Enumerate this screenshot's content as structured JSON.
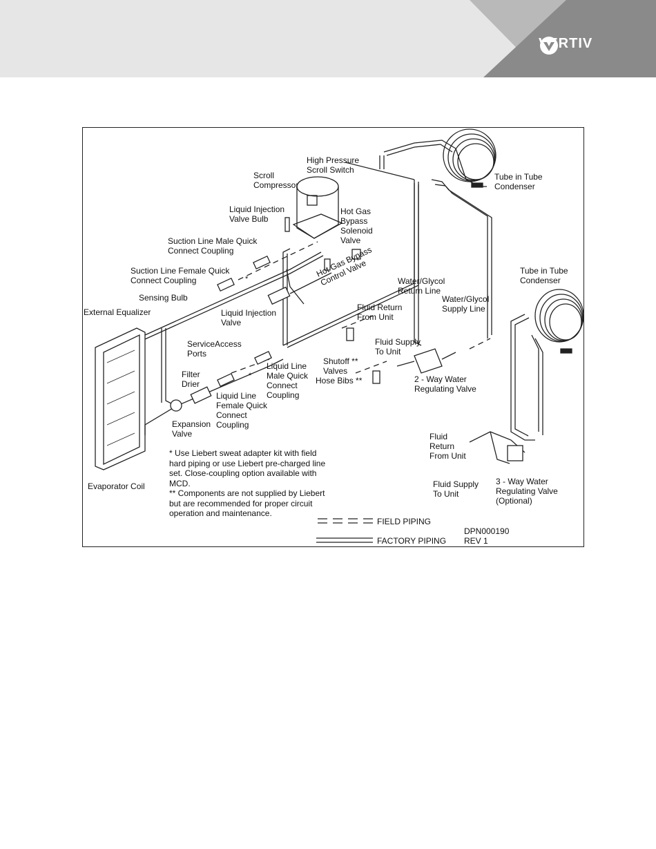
{
  "brand": {
    "name": "VERTIV",
    "logo": "vertiv-chevron-logo",
    "header_color": "#e6e6e6",
    "accent_dark": "#8a8a8a",
    "accent_mid": "#b9b9b9"
  },
  "diagram": {
    "labels": {
      "high_pressure": "High Pressure\nScroll Switch",
      "scroll_compressor": "Scroll\nCompressor",
      "tube_condenser_1": "Tube in Tube\nCondenser",
      "liquid_injection_bulb": "Liquid Injection\nValve Bulb",
      "hot_gas_solenoid": "Hot Gas\nBypass\nSolenoid\nValve",
      "suction_male": "Suction Line Male Quick\nConnect Coupling",
      "suction_female": "Suction Line Female Quick\nConnect Coupling",
      "hot_gas_control": "Hot Gas Bypass\nControl Valve",
      "water_glycol_return": "Water/Glycol\nReturn Line",
      "tube_condenser_2": "Tube in Tube\nCondenser",
      "sensing_bulb": "Sensing Bulb",
      "external_equalizer": "External Equalizer",
      "liquid_injection_valve": "Liquid Injection\nValve",
      "water_glycol_supply": "Water/Glycol\nSupply Line",
      "fluid_return_top": "Fluid Return\nFrom Unit",
      "service_ports": "ServiceAccess\nPorts",
      "fluid_supply_top": "Fluid Supply\nTo Unit",
      "shutoff_valves": "Shutoff **\nValves",
      "hose_bibs": "Hose Bibs **",
      "filter_drier": "Filter\nDrier",
      "liquid_male": "Liquid Line\nMale Quick\nConnect\nCoupling",
      "two_way": "2 - Way Water\nRegulating Valve",
      "liquid_female": "Liquid Line\nFemale Quick\nConnect\nCoupling",
      "expansion_valve": "Expansion\nValve",
      "fluid_return_bottom": "Fluid\nReturn\nFrom Unit",
      "evaporator_coil": "Evaporator Coil",
      "fluid_supply_bottom": "Fluid Supply\nTo Unit",
      "three_way": "3 - Way Water\nRegulating Valve\n(Optional)",
      "asterisk_a": "*",
      "asterisk_b": "*"
    },
    "note_1": "* Use Liebert sweat adapter kit with field\nhard piping or use Liebert pre-charged line\nset. Close-coupling option available with\nMCD.",
    "note_2": "** Components are not supplied by Liebert\nbut are recommended for proper circuit\noperation and maintenance.",
    "legend": {
      "field": "FIELD PIPING",
      "factory": "FACTORY PIPING"
    },
    "doc_id": "DPN000190",
    "rev": "REV 1"
  }
}
